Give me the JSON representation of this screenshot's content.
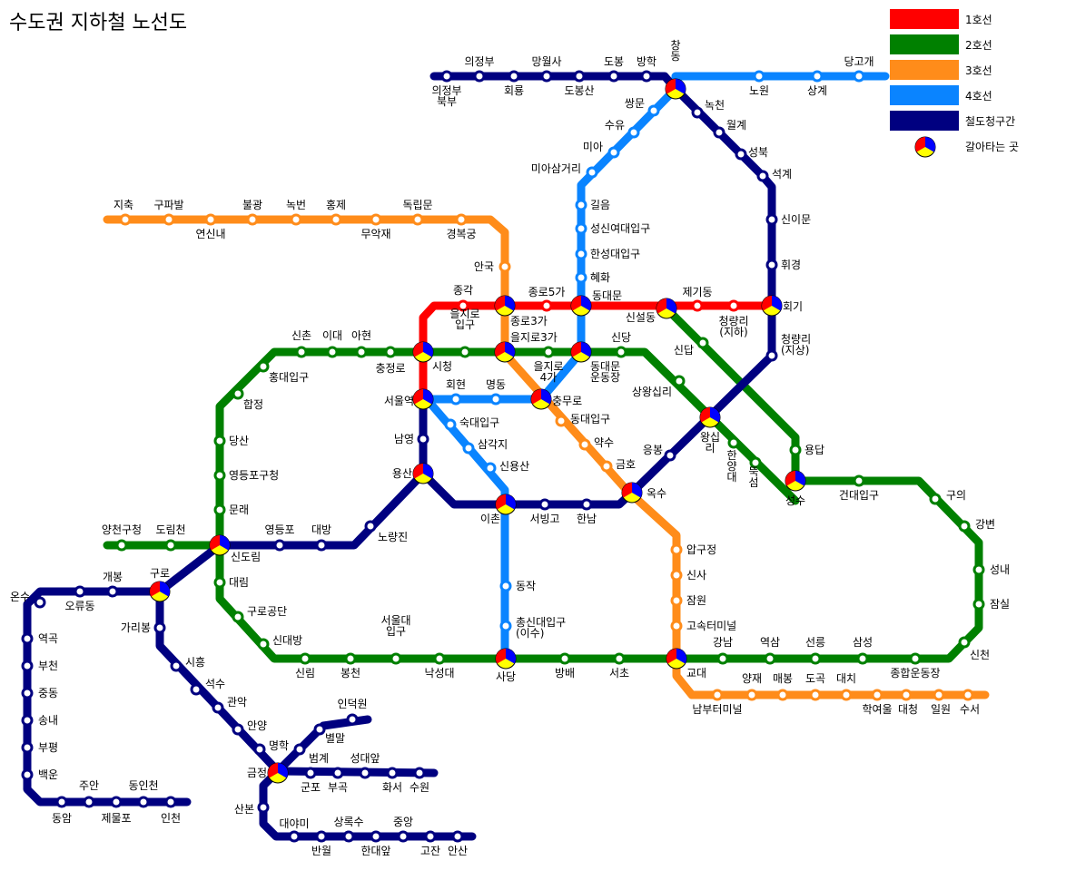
{
  "title": "수도권 지하철 노선도",
  "colors": {
    "line1": "#ff0000",
    "line2": "#008000",
    "line3": "#ff8c1a",
    "line4": "#0a84ff",
    "rail": "#000080",
    "transfer_red": "#ff0000",
    "transfer_yellow": "#ffff00",
    "transfer_blue": "#0000ff"
  },
  "legend": {
    "line1": "1호선",
    "line2": "2호선",
    "line3": "3호선",
    "line4": "4호선",
    "rail": "철도청구간",
    "transfer": "갈아타는 곳"
  },
  "stations": {
    "s_uijeongbu": "의정부",
    "s_uijeongbu_n": "의정부\n북부",
    "s_hoeryong": "회룡",
    "s_mangwolsa": "망월사",
    "s_dobongsan": "도봉산",
    "s_dobong": "도봉",
    "s_banghak": "방학",
    "s_changdong": "창\n동",
    "s_nokcheon": "녹천",
    "s_nowon": "노원",
    "s_sanggye": "상계",
    "s_danggogae": "당고개",
    "s_wolgye": "월계",
    "s_seongbuk": "성북",
    "s_seokgye": "석계",
    "s_sinimun": "신이문",
    "s_hwigyeong": "휘경",
    "s_hoegi": "회기",
    "s_ssangmun": "쌍문",
    "s_suyu": "수유",
    "s_mia": "미아",
    "s_miasamgeori": "미아삼거리",
    "s_gireum": "길음",
    "s_sungshin": "성신여대입구",
    "s_hansung": "한성대입구",
    "s_hyehwa": "혜화",
    "s_dongdaemun": "동대문",
    "s_jegi": "제기동",
    "s_cheongnyangni_u": "청량리\n(지하)",
    "s_cheongnyangni_g": "청량리\n(지상)",
    "s_jongno5": "종로5가",
    "s_jongno3": "종로3가",
    "s_jongno3b": "종로3가",
    "s_jonggak": "종각",
    "s_anguk": "안국",
    "s_gyeongbokgung": "경복궁",
    "s_dongnimmun": "독립문",
    "s_muakjae": "무악재",
    "s_hongje": "홍제",
    "s_nokbeon": "녹번",
    "s_bulgwang": "불광",
    "s_yeonsinnae": "연신내",
    "s_gupabal": "구파발",
    "s_jichuk": "지축",
    "s_sinseoldong": "신설동",
    "s_sindap": "신답",
    "s_yongdap": "용답",
    "s_sindang": "신당",
    "s_sangwangsimni": "상왕십리",
    "s_wangsimni": "왕십\n리",
    "s_hanyang": "한\n양\n대",
    "s_ttukseom": "뚝\n섬",
    "s_seongsu": "성수",
    "s_konkuk": "건대입구",
    "s_guui": "구의",
    "s_gangbyeon": "강변",
    "s_seongnae": "성내",
    "s_jamsil": "잠실",
    "s_sincheon": "신천",
    "s_sports": "종합운동장",
    "s_samseong": "삼성",
    "s_seolleung": "선릉",
    "s_yeoksam": "역삼",
    "s_gangnam": "강남",
    "s_gyodae": "교대",
    "s_seocho": "서초",
    "s_bangbae": "방배",
    "s_sadang": "사당",
    "s_nakseongdae": "낙성대",
    "s_snue": "서울대\n입구",
    "s_bongcheon": "봉천",
    "s_sillim": "신림",
    "s_sindaebang": "신대방",
    "s_gurodigital": "구로공단",
    "s_daerim": "대림",
    "s_sindorim": "신도림",
    "s_mullae": "문래",
    "s_yeongdeungpogu": "영등포구청",
    "s_dangsan": "당산",
    "s_hapjeong": "합정",
    "s_hongik": "홍대입구",
    "s_sinchon": "신촌",
    "s_ewha": "이대",
    "s_ahyeon": "아현",
    "s_chungjeongno": "충정로",
    "s_cityhall": "시청",
    "s_euljiro_entr": "을지로\n입구",
    "s_euljiro3": "을지로3가",
    "s_euljiro4": "을지로\n4가",
    "s_ddp": "동대문\n운동장",
    "s_seoulstn": "서울역",
    "s_hoehyeon": "회현",
    "s_myeongdong": "명동",
    "s_chungmuro": "충무로",
    "s_dongguk": "동대입구",
    "s_yaksu": "약수",
    "s_geumho": "금호",
    "s_oksu": "옥수",
    "s_eungbong": "응봉",
    "s_apgujeong": "압구정",
    "s_sinsa": "신사",
    "s_jamwon": "잠원",
    "s_express": "고속터미널",
    "s_nambu": "남부터미널",
    "s_yangjae": "양재",
    "s_maebong": "매봉",
    "s_dogok": "도곡",
    "s_daechi": "대치",
    "s_hangnyeoul": "학여울",
    "s_daecheong": "대청",
    "s_irwon": "일원",
    "s_suseo": "수서",
    "s_sookdae": "숙대입구",
    "s_samgakji": "삼각지",
    "s_sinyongsan": "신용산",
    "s_ichon": "이촌",
    "s_dongjak": "동작",
    "s_chongshin": "총신대입구\n(이수)",
    "s_namyeong": "남영",
    "s_yongsan": "용산",
    "s_noryangjin": "노량진",
    "s_daebang": "대방",
    "s_yeongdeungpo": "영등포",
    "s_seobinggo": "서빙고",
    "s_hannam": "한남",
    "s_yangcheon": "양천구청",
    "s_dorimcheon": "도림천",
    "s_guro": "구로",
    "s_gaebong": "개봉",
    "s_oryudong": "오류동",
    "s_onsu": "온수",
    "s_yeokgok": "역곡",
    "s_bucheon": "부천",
    "s_jungdong": "중동",
    "s_songnae": "송내",
    "s_bupyeong": "부평",
    "s_baegun": "백운",
    "s_dongam": "동암",
    "s_juan": "주안",
    "s_jemulpo": "제물포",
    "s_dongincheon": "동인천",
    "s_incheon": "인천",
    "s_garibong": "가리봉",
    "s_siheung": "시흥",
    "s_seoksu": "석수",
    "s_gwanak": "관악",
    "s_anyang": "안양",
    "s_myeonghak": "명학",
    "s_geumjeong": "금정",
    "s_sanbon": "산본",
    "s_daeyami": "대야미",
    "s_banwol": "반월",
    "s_sangnoksu": "상록수",
    "s_handaeap": "한대앞",
    "s_jungang": "중앙",
    "s_gojan": "고잔",
    "s_ansan": "안산",
    "s_gunpo": "군포",
    "s_bugok": "부곡",
    "s_beomgye": "범계",
    "s_byeolmang": "별말",
    "s_indeogwon": "인덕원",
    "s_seongdaeap": "성대앞",
    "s_hwaseo": "화서",
    "s_suwon": "수원"
  }
}
